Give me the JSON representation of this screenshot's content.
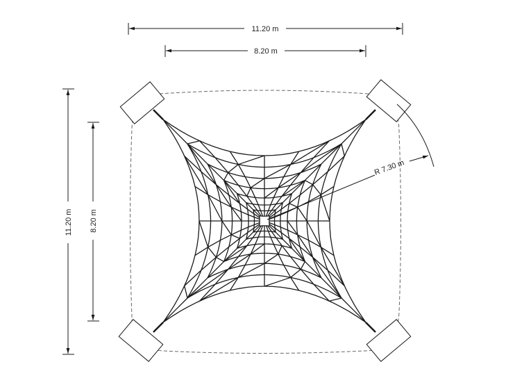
{
  "dimensions": {
    "overall_width": "11.20 m",
    "net_width": "8.20 m",
    "overall_depth": "11.20 m",
    "net_depth": "8.20 m",
    "radius": "R 7.30 m"
  },
  "colors": {
    "line": "#1a1a1a",
    "dashed": "#666666",
    "background": "#ffffff"
  }
}
